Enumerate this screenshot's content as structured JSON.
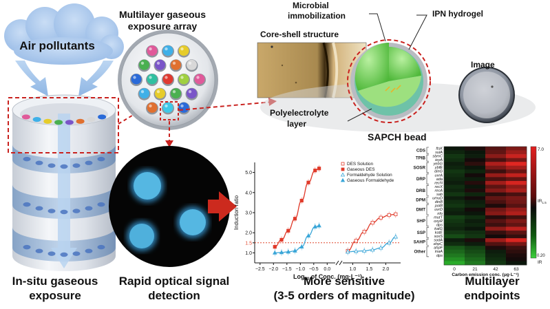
{
  "labels": {
    "air_pollutants": "Air pollutants",
    "array_line1": "Multilayer gaseous",
    "array_line2": "exposure array",
    "microbial_line1": "Microbial",
    "microbial_line2": "immobilization",
    "ipn": "IPN hydrogel",
    "core_shell": "Core-shell structure",
    "image": "Image",
    "poly_line1": "Polyelectrolyte",
    "poly_line2": "layer",
    "sapch": "SAPCH bead",
    "insitu_line1": "In-situ gaseous",
    "insitu_line2": "exposure",
    "rapid_line1": "Rapid optical signal",
    "rapid_line2": "detection",
    "sensitive_line1": "More sensitive",
    "sensitive_line2": "(3-5 orders of magnitude)",
    "endpoints_line1": "Multilayer",
    "endpoints_line2": "endpoints"
  },
  "colors": {
    "cloud": "#a9c8ec",
    "arrow_blue": "#9cc2ec",
    "dash_red": "#c9211e",
    "big_arrow": "#cc2a1e",
    "hydrogel": "#86d870",
    "fluor": "#4fb0dc",
    "des": "#e03a2a",
    "formal": "#3aa6d8",
    "threshold": "#e0452a"
  },
  "well_colors": [
    "#e05a9a",
    "#3fb0e8",
    "#e6cc2a",
    "#4ab050",
    "#7a55c8",
    "#e07030",
    "#d8d8d8",
    "#2a6ad8",
    "#30c0a0",
    "#e03a30",
    "#a0d040"
  ],
  "chart_data": [
    {
      "type": "line",
      "ylabel": "Induction ratio",
      "xlabel_pre": "Log",
      "xlabel_sub": "10",
      "xlabel_post": " of Conc. (mg·L⁻¹)",
      "yticks": [
        1.0,
        1.5,
        2.0,
        3.0,
        4.0,
        5.0
      ],
      "ytick_labels": [
        "1.0",
        "1.5",
        "2.0",
        "3.0",
        "4.0",
        "5.0"
      ],
      "xticks_left": [
        -2.5,
        -2.0,
        -1.5,
        -1.0,
        -0.5,
        0.0
      ],
      "xtick_left_labels": [
        "−2.5",
        "−2.0",
        "−1.5",
        "−1.0",
        "−0.5",
        "0.0"
      ],
      "xticks_right": [
        1.0,
        1.5,
        2.0
      ],
      "xtick_right_labels": [
        "1.0",
        "1.5",
        "2.0"
      ],
      "threshold": 1.5,
      "threshold_label": "1.5",
      "series": [
        {
          "name": "DES Solution",
          "panel": "right",
          "marker": "square-open",
          "color": "#e03a2a",
          "x": [
            0.85,
            1.1,
            1.35,
            1.6,
            1.85,
            2.1,
            2.3
          ],
          "y": [
            1.1,
            1.6,
            2.05,
            2.5,
            2.75,
            2.88,
            2.92
          ]
        },
        {
          "name": "Gaseous DES",
          "panel": "left",
          "marker": "square",
          "color": "#e03a2a",
          "x": [
            -1.95,
            -1.7,
            -1.45,
            -1.2,
            -0.95,
            -0.7,
            -0.45,
            -0.3
          ],
          "y": [
            1.3,
            1.65,
            2.1,
            2.7,
            3.6,
            4.5,
            5.1,
            5.2
          ]
        },
        {
          "name": "Formaldehyde Solution",
          "panel": "right",
          "marker": "triangle-open",
          "color": "#3aa6d8",
          "x": [
            0.85,
            1.1,
            1.35,
            1.6,
            1.85,
            2.1,
            2.3
          ],
          "y": [
            1.05,
            1.08,
            1.1,
            1.15,
            1.25,
            1.5,
            1.8
          ]
        },
        {
          "name": "Gaseous Formaldehyde",
          "panel": "left",
          "marker": "triangle",
          "color": "#3aa6d8",
          "x": [
            -1.95,
            -1.7,
            -1.45,
            -1.2,
            -0.95,
            -0.7,
            -0.45,
            -0.3
          ],
          "y": [
            1.0,
            1.02,
            1.05,
            1.1,
            1.3,
            1.85,
            2.3,
            2.35
          ]
        }
      ]
    },
    {
      "type": "heatmap",
      "xlabel": "Carbon emission conc. (μg·L⁻¹)",
      "xticks": [
        "0",
        "21",
        "42",
        "63"
      ],
      "colorbar_max_label": "7.0",
      "colorbar_mid_label": "IR",
      "colorbar_mid_sub": "1.5",
      "colorbar_min_label": "0.20",
      "colorbar_bottom": "IR",
      "groups": [
        {
          "name": "CDS",
          "genes": [
            "ftsK",
            "sulA"
          ]
        },
        {
          "name": "TPIB",
          "genes": [
            "sbmC",
            "ieyA"
          ]
        },
        {
          "name": "SOSR",
          "genes": [
            "yebG",
            "ybfE",
            "dinG"
          ]
        },
        {
          "name": "DRP",
          "genes": [
            "uvrA",
            "ada",
            "recN"
          ]
        },
        {
          "name": "DRB",
          "genes": [
            "recX",
            "recA",
            "sab"
          ]
        },
        {
          "name": "DPM",
          "genes": [
            "umuD",
            "dinB"
          ]
        },
        {
          "name": "DMT",
          "genes": [
            "polB",
            "uvrD",
            "nfo"
          ]
        },
        {
          "name": "SHP",
          "genes": [
            "mutT",
            "oxyR",
            "dps"
          ]
        },
        {
          "name": "SSP",
          "genes": [
            "katG",
            "katE",
            "soxS"
          ]
        },
        {
          "name": "SAHP",
          "genes": [
            "sodA",
            "ahpC"
          ]
        },
        {
          "name": "Other",
          "genes": [
            "ahpF",
            "inaA",
            "dps"
          ]
        }
      ],
      "values": [
        [
          1.4,
          1.6,
          2.4,
          3.2
        ],
        [
          1.2,
          1.4,
          2.6,
          4.0
        ],
        [
          1.0,
          1.3,
          3.5,
          5.5
        ],
        [
          1.1,
          1.5,
          2.2,
          3.0
        ],
        [
          1.3,
          1.8,
          4.5,
          6.5
        ],
        [
          1.2,
          1.4,
          3.1,
          4.2
        ],
        [
          1.0,
          1.2,
          2.0,
          2.8
        ],
        [
          1.1,
          1.5,
          3.8,
          5.2
        ],
        [
          1.2,
          1.3,
          2.2,
          2.6
        ],
        [
          1.3,
          1.7,
          4.1,
          6.0
        ],
        [
          1.1,
          1.4,
          2.5,
          3.6
        ],
        [
          1.2,
          1.6,
          3.3,
          4.4
        ],
        [
          1.0,
          1.2,
          1.8,
          2.2
        ],
        [
          1.3,
          1.5,
          2.6,
          3.1
        ],
        [
          1.1,
          1.3,
          2.2,
          2.9
        ],
        [
          1.0,
          1.2,
          1.6,
          2.4
        ],
        [
          1.2,
          1.5,
          2.9,
          3.8
        ],
        [
          1.3,
          1.4,
          3.4,
          4.6
        ],
        [
          0.9,
          1.1,
          1.7,
          2.1
        ],
        [
          1.0,
          1.3,
          2.4,
          3.2
        ],
        [
          1.1,
          1.2,
          2.0,
          2.6
        ],
        [
          1.2,
          1.4,
          3.6,
          5.0
        ],
        [
          1.0,
          1.1,
          1.9,
          2.5
        ],
        [
          0.8,
          1.0,
          1.5,
          1.9
        ],
        [
          1.3,
          1.6,
          4.0,
          6.2
        ],
        [
          1.1,
          1.3,
          2.3,
          3.0
        ],
        [
          0.7,
          0.9,
          1.6,
          2.0
        ],
        [
          0.6,
          0.8,
          1.3,
          1.8
        ],
        [
          0.5,
          0.7,
          1.2,
          1.6
        ],
        [
          0.4,
          0.6,
          1.1,
          1.5
        ],
        [
          0.3,
          0.5,
          1.0,
          1.4
        ]
      ]
    }
  ]
}
